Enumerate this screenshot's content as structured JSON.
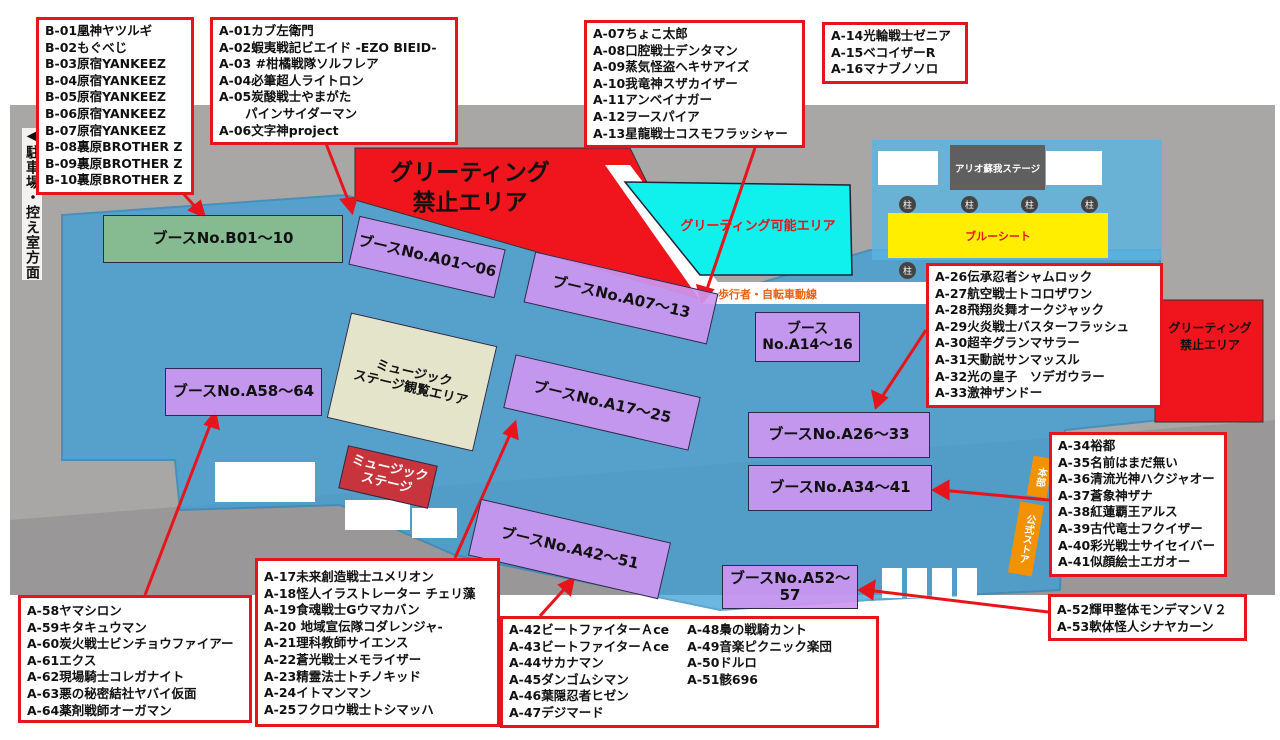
{
  "colors": {
    "blue_area": "#3aa0d8",
    "no_greeting": "#f0141c",
    "greeting_ok": "#10f0ec",
    "booth": "#cd96f0",
    "booth_b": "#8cbe8c",
    "sheet": "#ffee00",
    "orange": "#f39200",
    "callout_border": "#e8141c"
  },
  "map": {
    "direction_label": "◀駐車場・控え室方面",
    "no_greeting_main": "グリーティング\n禁止エリア",
    "no_greeting_right": "グリーティング\n禁止エリア",
    "greeting_ok": "グリーティング可能エリア",
    "walkway": "歩行者・自転車動線",
    "ario_stage": "アリオ蘇我ステージ",
    "pillar": "柱",
    "blue_sheet": "ブルーシート",
    "headquarters": "本部",
    "official_store": "公式ストア",
    "music_view": "ミュージック\nステージ観覧エリア",
    "music_stage": "ミュージック\nステージ",
    "booths": {
      "b01": "ブースNo.B01～10",
      "a01": "ブースNo.A01～06",
      "a07": "ブースNo.A07～13",
      "a14": "ブース\nNo.A14～16",
      "a17": "ブースNo.A17～25",
      "a26": "ブースNo.A26～33",
      "a34": "ブースNo.A34～41",
      "a42": "ブースNo.A42～51",
      "a52": "ブースNo.A52～57",
      "a58": "ブースNo.A58～64"
    }
  },
  "callouts": {
    "b": [
      "B-01凰神ヤツルギ",
      "B-02もぐべじ",
      "B-03原宿YANKEEZ",
      "B-04原宿YANKEEZ",
      "B-05原宿YANKEEZ",
      "B-06原宿YANKEEZ",
      "B-07原宿YANKEEZ",
      "B-08裏原BROTHER Z",
      "B-09裏原BROTHER Z",
      "B-10裏原BROTHER Z"
    ],
    "a01": [
      "A-01カブ左衛門",
      "A-02蝦夷戦記ビエイド -EZO BIEID-",
      "A-03 #柑橘戦隊ソルフレア",
      "A-04必筆超人ライトロン",
      "A-05炭酸戦士やまがた",
      "      パインサイダーマン",
      "A-06文字神project"
    ],
    "a07": [
      "A-07ちょこ太郎",
      "A-08口腔戦士デンタマン",
      "A-09蒸気怪盗ヘキサアイズ",
      "A-10我竜神スザカイザー",
      "A-11アンベイナガー",
      "A-12ヲースパイア",
      "A-13星龍戦士コスモフラッシャー"
    ],
    "a14": [
      "A-14光輪戦士ゼニア",
      "A-15ベコイザーR",
      "A-16マナブノソロ"
    ],
    "a26": [
      "A-26伝承忍者シャムロック",
      "A-27航空戦士トコロザワン",
      "A-28飛翔炎舞オークジャック",
      "A-29火炎戦士バスターフラッシュ",
      "A-30超辛グランマサラー",
      "A-31天動説サンマッスル",
      "A-32光の皇子　ソデガウラー",
      "A-33激神ザンドー"
    ],
    "a34": [
      "A-34裕都",
      "A-35名前はまだ無い",
      "A-36清流光神ハクジャオー",
      "A-37蒼象神ザナ",
      "A-38紅蓮覇王アルス",
      "A-39古代竜士フクイザー",
      "A-40彩光戦士サイセイバー",
      "A-41似顔絵士エガオー"
    ],
    "a52": [
      "A-52輝甲整体モンデマンＶ２",
      "A-53軟体怪人シナヤカーン"
    ],
    "a42_col1": [
      "A-42ビートファイターＡce",
      "A-43ビートファイターＡce",
      "A-44サカナマン",
      "A-45ダンゴムシマン",
      "A-46葉隠忍者ヒゼン",
      "A-47デジマード"
    ],
    "a42_col2": [
      "A-48梟の戦騎カント",
      "A-49音楽ピクニック楽団",
      "A-50ドルロ",
      "A-51骸696"
    ],
    "a17": [
      "A-17未来創造戦士ユメリオン",
      "A-18怪人イラストレーター チェリ藻",
      "A-19食魂戦士Gウマカバン",
      "A-20 地域宣伝隊コダレンジャ-",
      "A-21理科教師サイエンス",
      "A-22蒼光戦士メモライザー",
      "A-23精霊法士トチノキッド",
      "A-24イトマンマン",
      "A-25フクロウ戦士トシマッハ"
    ],
    "a58": [
      "A-58ヤマシロン",
      "A-59キタキュウマン",
      "A-60炭火戦士ビンチョウファイアー",
      "A-61エクス",
      "A-62現場騎士コレガナイト",
      "A-63悪の秘密結社ヤバイ仮面",
      "A-64薬剤戦師オーガマン"
    ]
  }
}
